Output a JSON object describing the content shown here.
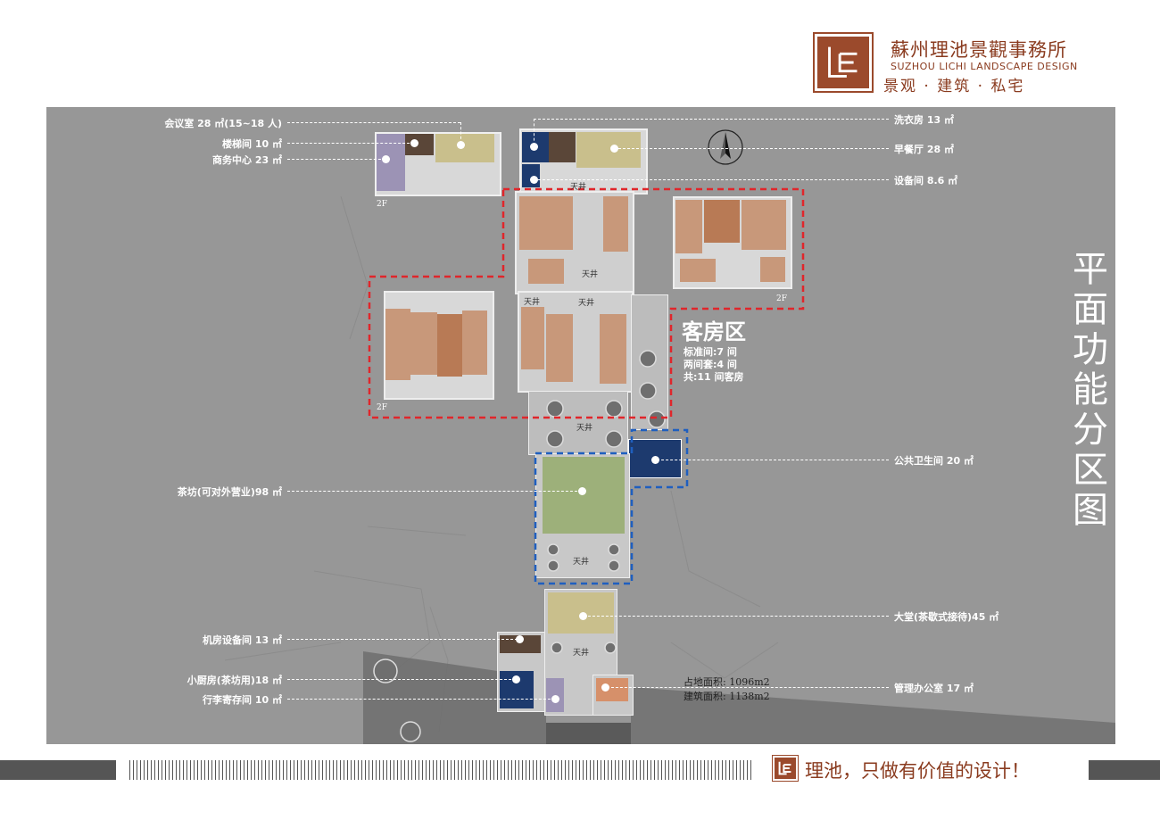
{
  "header": {
    "firm_name": "蘇州理池景觀事務所",
    "firm_name_en": "SUZHOU LICHI LANDSCAPE DESIGN",
    "tagline": "景观 · 建筑 · 私宅"
  },
  "title_vertical": "平面功能分区图",
  "callouts_left": [
    {
      "label": "会议室 28 ㎡(15~18 人)"
    },
    {
      "label": "楼梯间 10 ㎡"
    },
    {
      "label": "商务中心 23 ㎡"
    },
    {
      "label": "茶坊(可对外营业)98 ㎡"
    },
    {
      "label": "机房设备间 13 ㎡"
    },
    {
      "label": "小厨房(茶坊用)18 ㎡"
    },
    {
      "label": "行李寄存间 10 ㎡"
    }
  ],
  "callouts_right": [
    {
      "label": "洗衣房 13 ㎡"
    },
    {
      "label": "早餐厅 28 ㎡"
    },
    {
      "label": "设备间 8.6 ㎡"
    },
    {
      "label": "公共卫生间 20 ㎡"
    },
    {
      "label": "大堂(茶歇式接待)45 ㎡"
    },
    {
      "label": "管理办公室 17 ㎡"
    }
  ],
  "guest_zone": {
    "title": "客房区",
    "line1": "标准间:7 间",
    "line2": "两间套:4 间",
    "line3": "共:11 间客房"
  },
  "floor_tags": [
    "2F",
    "2F",
    "2F"
  ],
  "courtyard_label": "天井",
  "area_stats": {
    "site": "占地面积: 1096m2",
    "building": "建筑面积: 1138m2"
  },
  "footer": {
    "slogan": "理池，只做有价值的设计！"
  },
  "colors": {
    "brand": "#9b4a2c",
    "board": "#979797",
    "guest_zone_outline": "#e0262b",
    "public_wc_outline": "#1f5fbf",
    "room_brown": "#c8987a",
    "tea_green": "#9db07a",
    "lobby_khaki": "#c9bf8c",
    "navy": "#1d3a6e"
  }
}
